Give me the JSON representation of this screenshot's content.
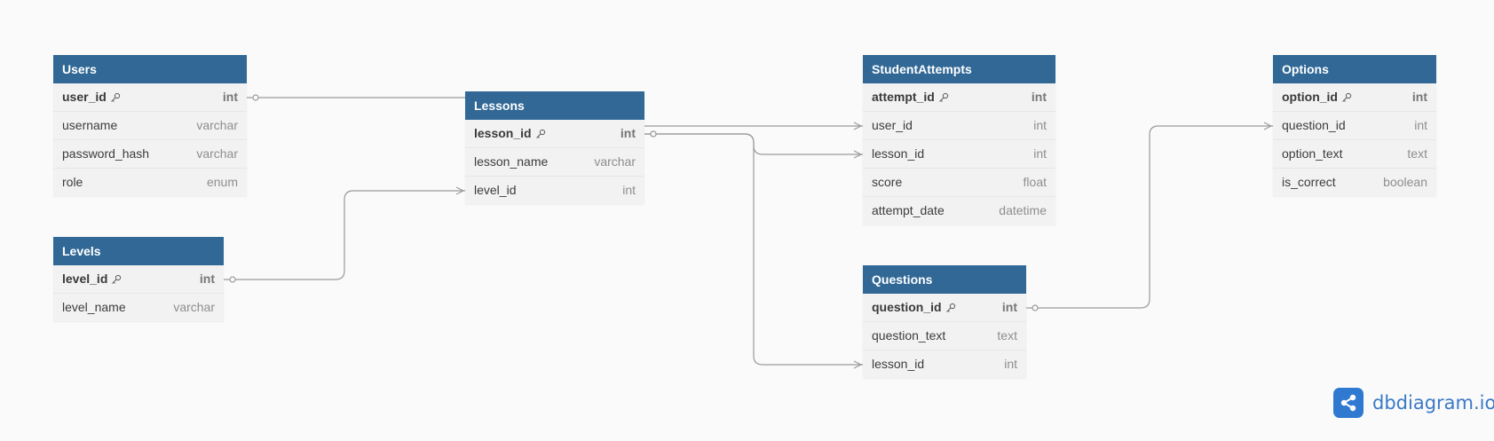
{
  "tables": [
    {
      "id": "users",
      "name": "Users",
      "fields": [
        {
          "name": "user_id",
          "type": "int",
          "pk": true
        },
        {
          "name": "username",
          "type": "varchar"
        },
        {
          "name": "password_hash",
          "type": "varchar"
        },
        {
          "name": "role",
          "type": "enum"
        }
      ]
    },
    {
      "id": "levels",
      "name": "Levels",
      "fields": [
        {
          "name": "level_id",
          "type": "int",
          "pk": true
        },
        {
          "name": "level_name",
          "type": "varchar"
        }
      ]
    },
    {
      "id": "lessons",
      "name": "Lessons",
      "fields": [
        {
          "name": "lesson_id",
          "type": "int",
          "pk": true
        },
        {
          "name": "lesson_name",
          "type": "varchar"
        },
        {
          "name": "level_id",
          "type": "int"
        }
      ]
    },
    {
      "id": "studentattempts",
      "name": "StudentAttempts",
      "fields": [
        {
          "name": "attempt_id",
          "type": "int",
          "pk": true
        },
        {
          "name": "user_id",
          "type": "int"
        },
        {
          "name": "lesson_id",
          "type": "int"
        },
        {
          "name": "score",
          "type": "float"
        },
        {
          "name": "attempt_date",
          "type": "datetime"
        }
      ]
    },
    {
      "id": "questions",
      "name": "Questions",
      "fields": [
        {
          "name": "question_id",
          "type": "int",
          "pk": true
        },
        {
          "name": "question_text",
          "type": "text"
        },
        {
          "name": "lesson_id",
          "type": "int"
        }
      ]
    },
    {
      "id": "options",
      "name": "Options",
      "fields": [
        {
          "name": "option_id",
          "type": "int",
          "pk": true
        },
        {
          "name": "question_id",
          "type": "int"
        },
        {
          "name": "option_text",
          "type": "text"
        },
        {
          "name": "is_correct",
          "type": "boolean"
        }
      ]
    }
  ],
  "relations": [
    {
      "from": "users.user_id",
      "to": "studentattempts.user_id"
    },
    {
      "from": "levels.level_id",
      "to": "lessons.level_id"
    },
    {
      "from": "lessons.lesson_id",
      "to": "studentattempts.lesson_id"
    },
    {
      "from": "lessons.lesson_id",
      "to": "questions.lesson_id"
    },
    {
      "from": "questions.question_id",
      "to": "options.question_id"
    }
  ],
  "brand": {
    "text": "dbdiagram.io",
    "icon": "share-nodes-icon"
  },
  "colors": {
    "header": "#316896",
    "line": "#9a9a9a",
    "brand": "#2f7ad0"
  }
}
